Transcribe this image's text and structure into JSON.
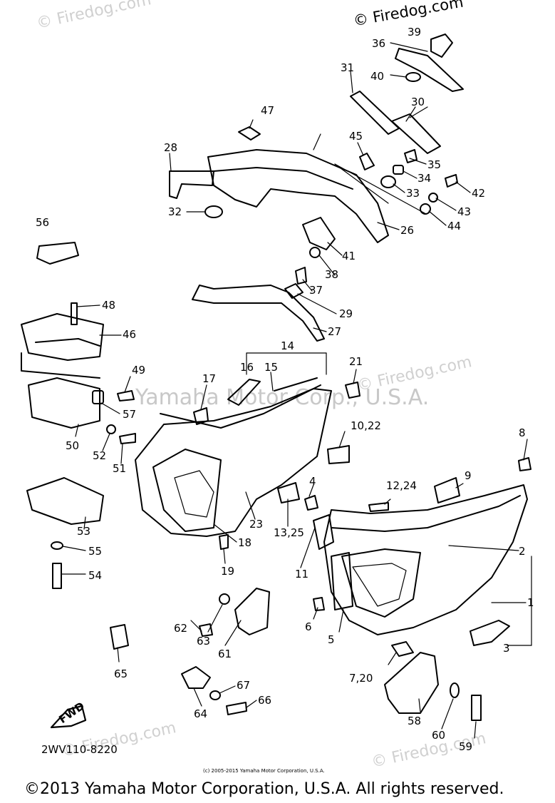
{
  "watermarks": {
    "firedog": "© Firedog.com",
    "center": "Yamaha Motor Corp., U.S.A."
  },
  "part_number": "2WV110-8220",
  "copyright_small": "(c) 2005-2015 Yamaha Motor Corporation, U.S.A.",
  "copyright_main": "©2013 Yamaha Motor Corporation, U.S.A. All rights reserved.",
  "fwd_label": "FWD",
  "callouts": [
    "1",
    "2",
    "3",
    "4",
    "5",
    "6",
    "7,20",
    "8",
    "9",
    "10,22",
    "11",
    "12,24",
    "13,25",
    "14",
    "15",
    "16",
    "17",
    "18",
    "19",
    "21",
    "23",
    "26",
    "27",
    "28",
    "29",
    "30",
    "31",
    "32",
    "33",
    "34",
    "35",
    "36",
    "37",
    "38",
    "39",
    "40",
    "41",
    "42",
    "43",
    "44",
    "45",
    "46",
    "47",
    "48",
    "49",
    "50",
    "51",
    "52",
    "53",
    "54",
    "55",
    "56",
    "57",
    "58",
    "59",
    "60",
    "61",
    "62",
    "63",
    "64",
    "65",
    "66",
    "67"
  ],
  "colors": {
    "ink": "#000000",
    "watermark": "#d0d0d0"
  }
}
